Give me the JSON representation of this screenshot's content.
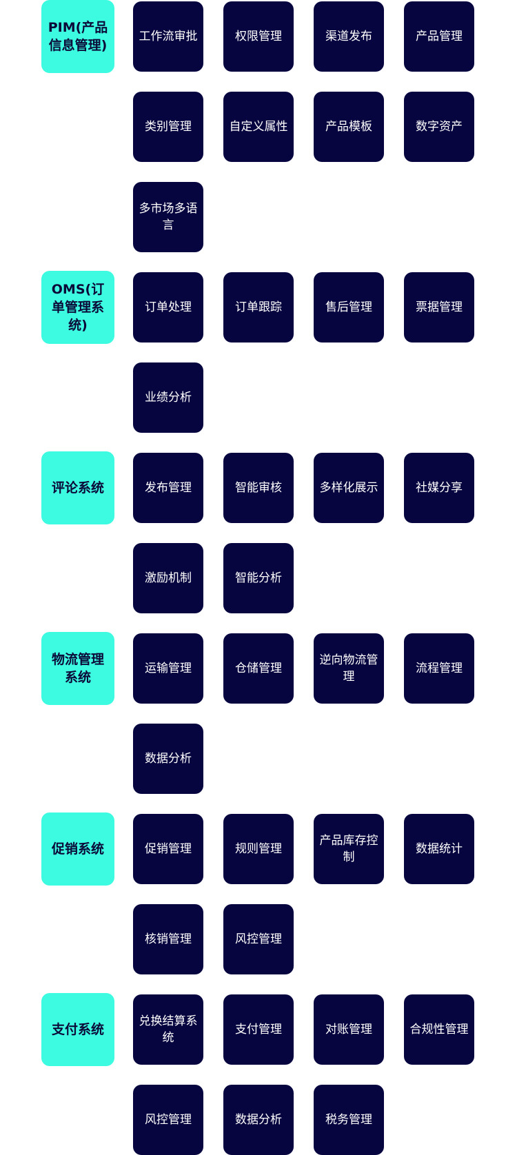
{
  "colors": {
    "category_bg": "#3cfbe1",
    "category_text": "#0b0938",
    "module_bg": "#07053f",
    "module_text": "#ffffff",
    "page_bg": "#ffffff"
  },
  "sections": [
    {
      "id": "pim",
      "title": "PIM(产品信息管理)",
      "items": [
        "工作流审批",
        "权限管理",
        "渠道发布",
        "产品管理",
        "类别管理",
        "自定义属性",
        "产品模板",
        "数字资产",
        "多市场多语言"
      ]
    },
    {
      "id": "oms",
      "title": "OMS(订单管理系统)",
      "items": [
        "订单处理",
        "订单跟踪",
        "售后管理",
        "票据管理",
        "业绩分析"
      ]
    },
    {
      "id": "review",
      "title": "评论系统",
      "items": [
        "发布管理",
        "智能审核",
        "多样化展示",
        "社媒分享",
        "激励机制",
        "智能分析"
      ]
    },
    {
      "id": "logistics",
      "title": "物流管理系统",
      "items": [
        "运输管理",
        "仓储管理",
        "逆向物流管理",
        "流程管理",
        "数据分析"
      ]
    },
    {
      "id": "promotion",
      "title": "促销系统",
      "items": [
        "促销管理",
        "规则管理",
        "产品库存控制",
        "数据统计",
        "核销管理",
        "风控管理"
      ]
    },
    {
      "id": "payment",
      "title": "支付系统",
      "items": [
        "兑换结算系统",
        "支付管理",
        "对账管理",
        "合规性管理",
        "风控管理",
        "数据分析",
        "税务管理"
      ]
    }
  ]
}
